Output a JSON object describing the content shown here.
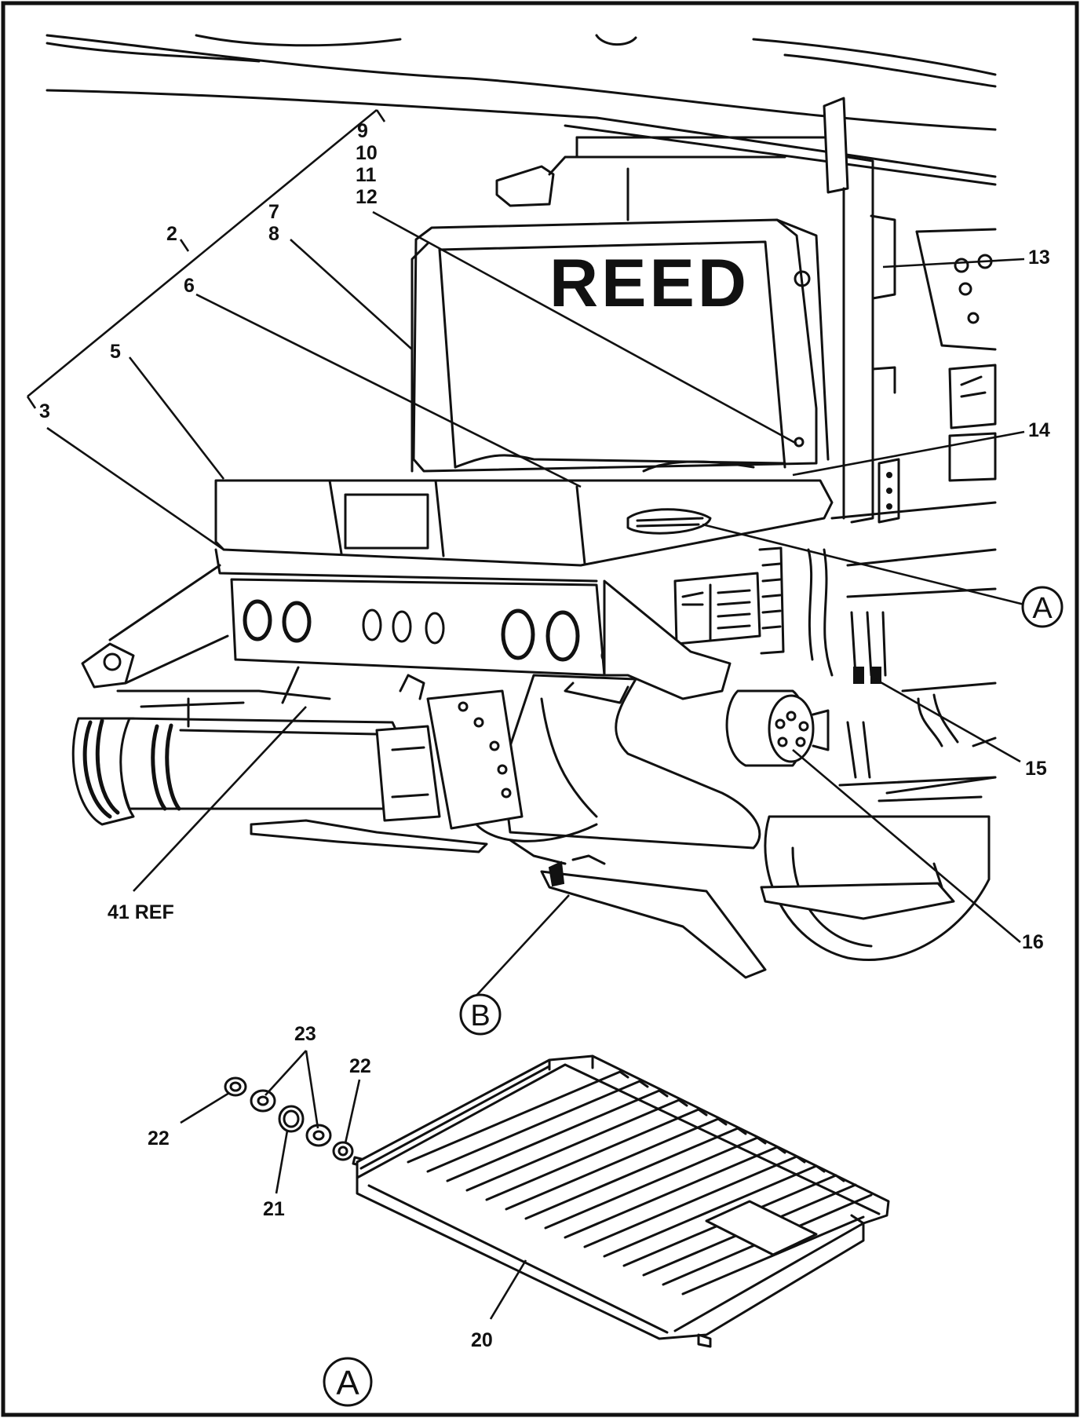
{
  "figure": {
    "brand_text": "REED",
    "callouts": {
      "c9": "9",
      "c10": "10",
      "c11": "11",
      "c12": "12",
      "c7": "7",
      "c8": "8",
      "c2": "2",
      "c6": "6",
      "c5": "5",
      "c3": "3",
      "c13": "13",
      "c14": "14",
      "c15": "15",
      "c16": "16",
      "c41": "41 REF",
      "c23": "23",
      "c22a": "22",
      "c22b": "22",
      "c21": "21",
      "c20": "20"
    },
    "detail_refs": {
      "a_top": "A",
      "b": "B",
      "a_bottom": "A"
    }
  }
}
